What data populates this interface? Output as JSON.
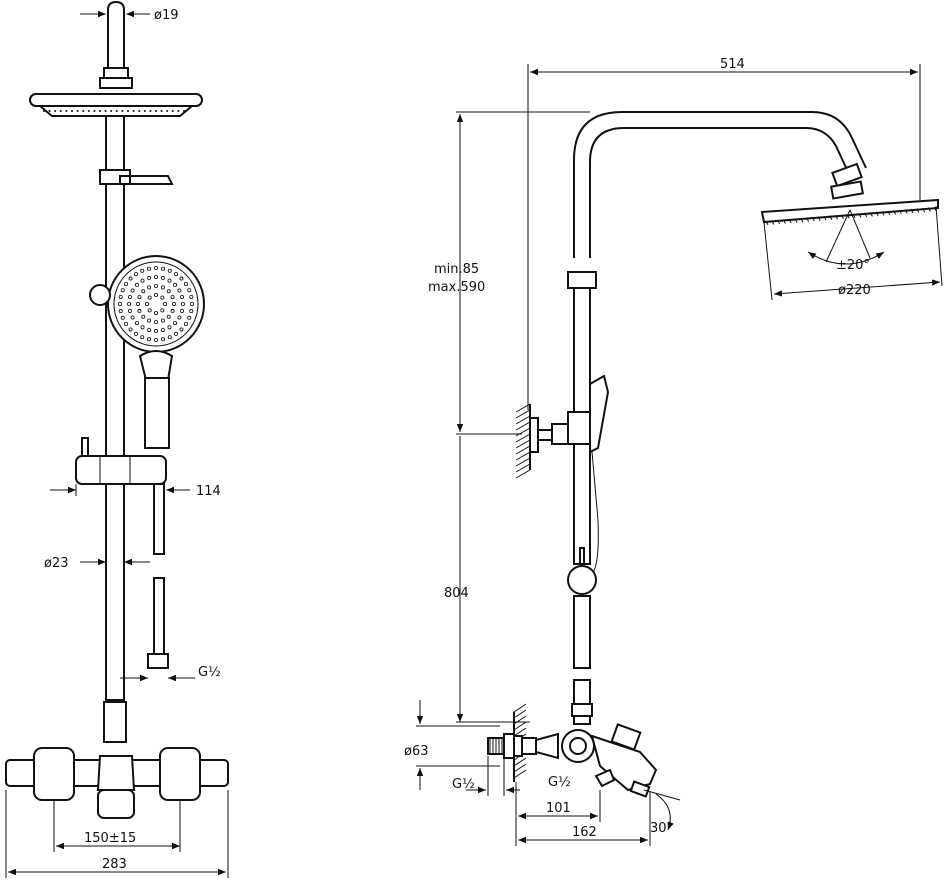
{
  "drawing": {
    "front_view": {
      "dim_pipe_top": "ø19",
      "dim_holder": "114",
      "dim_bar": "ø23",
      "dim_thread": "G½",
      "dim_centers": "150±15",
      "dim_width": "283"
    },
    "side_view": {
      "dim_arm_reach": "514",
      "dim_adjust_line1": "min.85",
      "dim_adjust_line2": "max.590",
      "dim_tilt": "±20°",
      "dim_head": "ø220",
      "dim_height": "804",
      "dim_inlet": "ø63",
      "dim_thread_inlet": "G½",
      "dim_thread_outlet": "G½",
      "dim_depth1": "101",
      "dim_depth2": "162",
      "dim_spout_angle": "30°"
    }
  }
}
